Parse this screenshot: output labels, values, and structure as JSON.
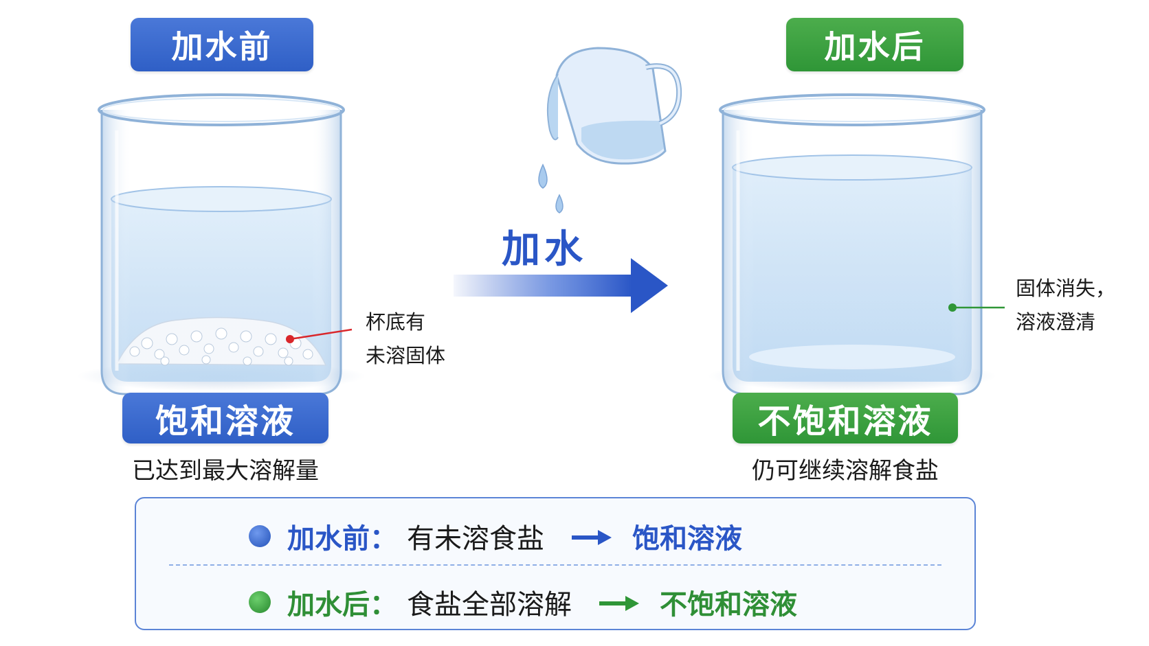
{
  "before": {
    "title": "加水前",
    "state": "饱和溶液",
    "description": "已达到最大溶解量",
    "note_line1": "杯底有",
    "note_line2": "未溶固体"
  },
  "action": {
    "label": "加水"
  },
  "after": {
    "title": "加水后",
    "state": "不饱和溶液",
    "description": "仍可继续溶解食盐",
    "note_line1": "固体消失，",
    "note_line2": "溶液澄清"
  },
  "summary": {
    "row1": {
      "label": "加水前：",
      "text": "有未溶食盐",
      "result": "饱和溶液"
    },
    "row2": {
      "label": "加水后：",
      "text": "食盐全部溶解",
      "result": "不饱和溶液"
    }
  },
  "colors": {
    "blue": "#2f5fc6",
    "green": "#2f9637",
    "water": "#cfe3f7",
    "callout_red": "#d9262a",
    "callout_green": "#2f9637"
  }
}
